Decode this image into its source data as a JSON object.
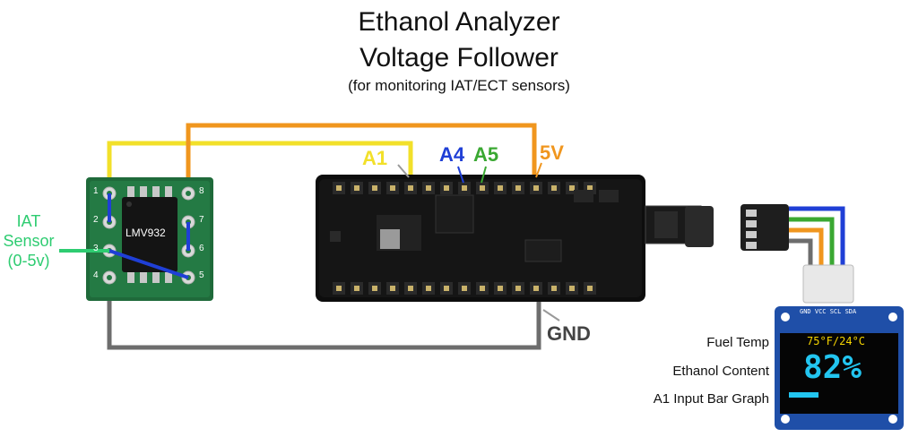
{
  "title": {
    "line1": "Ethanol Analyzer",
    "line2": "Voltage Follower",
    "line3": "(for monitoring IAT/ECT sensors)"
  },
  "chip": {
    "label": "LMV932",
    "pin_numbers": [
      "1",
      "2",
      "3",
      "4",
      "8",
      "7",
      "6",
      "5"
    ]
  },
  "sensor_label": {
    "line1": "IAT",
    "line2": "Sensor",
    "line3": "(0-5v)"
  },
  "pins": {
    "a1": "A1",
    "a4": "A4",
    "a5": "A5",
    "v5": "5V",
    "gnd": "GND"
  },
  "oled": {
    "header_pins": "GND VCC SCL SDA",
    "temp_line": "75°F/24°C",
    "content": "82%",
    "bar_fraction": 0.3
  },
  "legend": {
    "fuel_temp": "Fuel Temp",
    "ethanol_content": "Ethanol Content",
    "bar_graph": "A1 Input Bar Graph"
  },
  "colors": {
    "yellow_wire": "#f2e02a",
    "orange_wire": "#f0961e",
    "blue_wire": "#1f3fd6",
    "green_wire": "#3aa832",
    "gray_wire": "#6d6d6d",
    "sensor_wire": "#2ecc71",
    "oled_yellow": "#f5d400",
    "oled_cyan": "#22c5f0"
  }
}
